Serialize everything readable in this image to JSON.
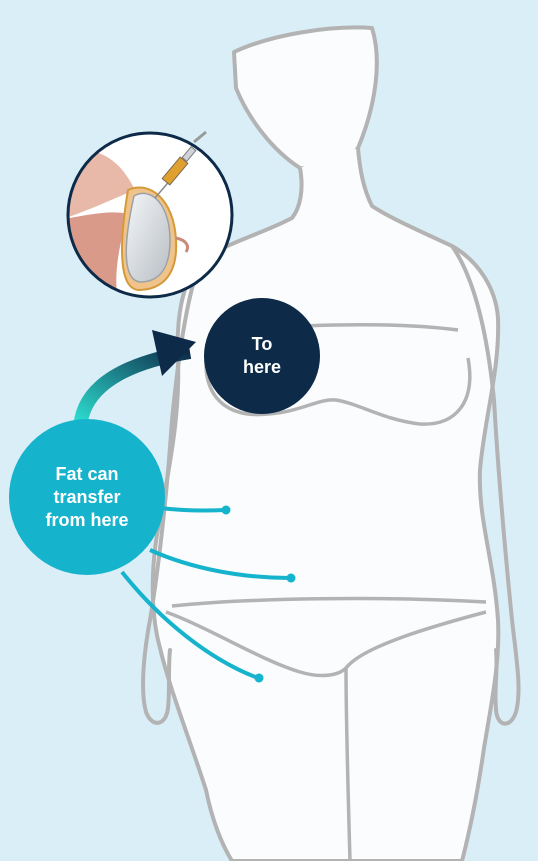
{
  "badges": {
    "target": {
      "line1": "To",
      "line2": "here"
    },
    "source": {
      "line1": "Fat can",
      "line2": "transfer",
      "line3": "from here"
    }
  },
  "colors": {
    "background": "#daeef8",
    "body_fill": "#fafcfd",
    "body_outline": "#b3b3b3",
    "target_badge": "#0d2a48",
    "source_badge": "#16b3cc",
    "arrow_gradient_start": "#2ee6d6",
    "arrow_gradient_end": "#0d2a48"
  },
  "icons": {
    "inset": "breast-implant-fat-injection-icon",
    "syringe": "syringe-icon",
    "arrow": "curved-arrow-icon"
  }
}
